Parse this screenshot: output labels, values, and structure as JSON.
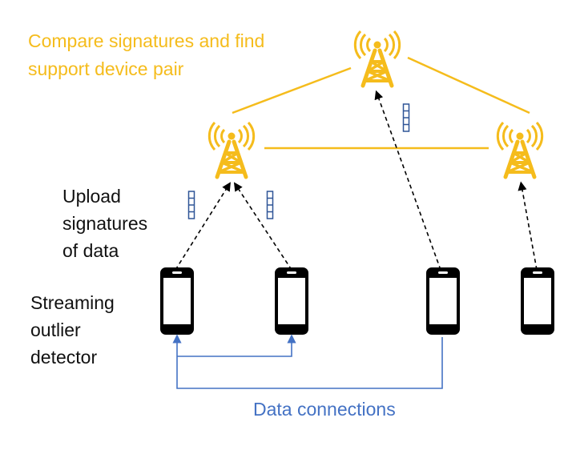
{
  "labels": {
    "compare_line1": "Compare signatures and find",
    "compare_line2": "support device pair",
    "upload_line1": "Upload",
    "upload_line2": "signatures",
    "upload_line3": "of data",
    "detector_line1": "Streaming",
    "detector_line2": "outlier",
    "detector_line3": "detector",
    "data_connections": "Data connections"
  },
  "colors": {
    "tower": "#F5BC1C",
    "data_connection": "#4472C4",
    "device": "#000000"
  },
  "icons": {
    "tower": "cell-tower-icon",
    "device": "smartphone-icon",
    "signature": "signature-block-icon"
  }
}
